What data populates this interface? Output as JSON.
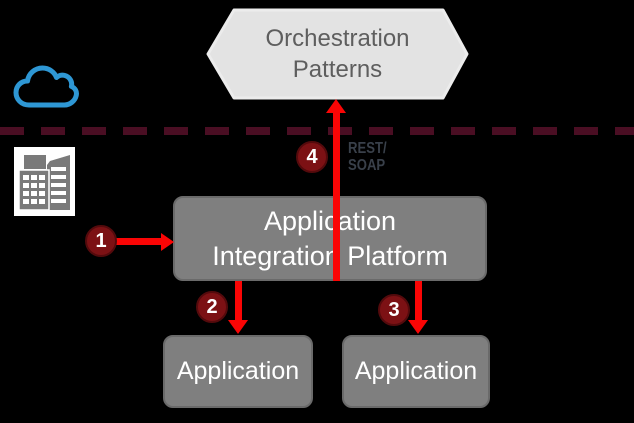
{
  "nodes": {
    "orchestration": {
      "label": "Orchestration\nPatterns"
    },
    "platform": {
      "label": "Application\nIntegration Platform"
    },
    "app_left": {
      "label": "Application"
    },
    "app_right": {
      "label": "Application"
    }
  },
  "steps": [
    {
      "number": "1"
    },
    {
      "number": "2"
    },
    {
      "number": "3"
    },
    {
      "number": "4"
    }
  ],
  "labels": {
    "protocol": "REST/\nSOAP"
  },
  "icons": {
    "cloud": "cloud-icon",
    "building": "building-icon"
  },
  "colors": {
    "background": "#000000",
    "arrow_red": "#fa0505",
    "step_circle_fill": "#7c1114",
    "step_circle_border": "#540a0c",
    "boundary_dash": "#4a0e23",
    "node_gray_fill": "#7f7f7f",
    "node_gray_border": "#6a6a6a",
    "node_text": "#ffffff",
    "hexagon_fill": "#e3e3e3",
    "hexagon_text": "#5e5e5e",
    "protocol_text": "#39404a",
    "cloud_blue": "#2e97d4",
    "building_gray": "#7a7a7a"
  }
}
